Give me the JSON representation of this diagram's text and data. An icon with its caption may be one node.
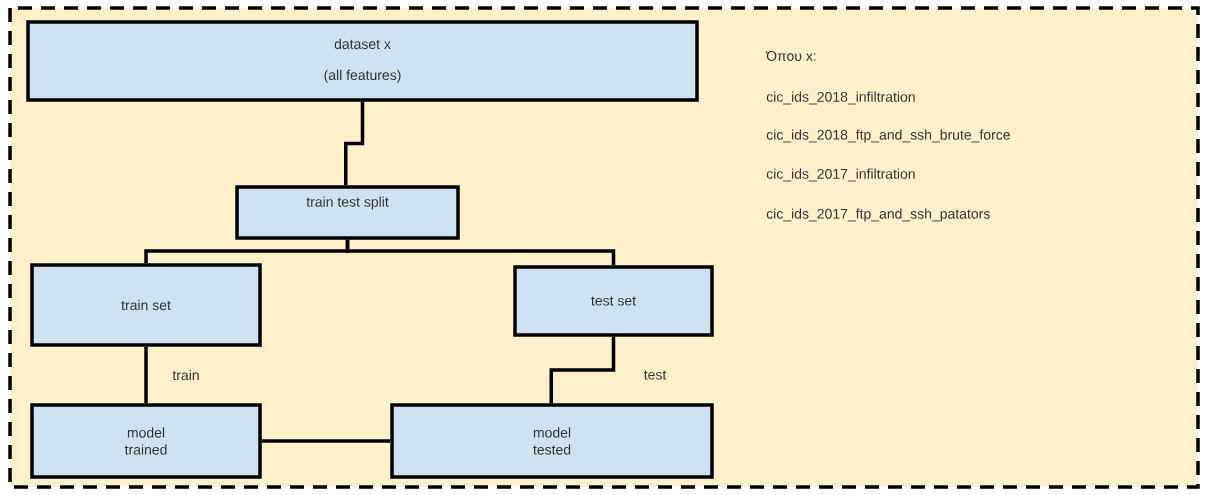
{
  "diagram": {
    "nodes": [
      {
        "text": [
          "dataset x",
          "(all features)"
        ]
      },
      {
        "text": [
          "train test split"
        ]
      },
      {
        "text": [
          "train set"
        ]
      },
      {
        "text": [
          "test set"
        ]
      },
      {
        "text": [
          "model trained"
        ]
      },
      {
        "text": [
          "model tested"
        ]
      }
    ],
    "edges": [
      {
        "from": 0,
        "to": 1,
        "arrow": "none"
      },
      {
        "from": 1,
        "to": 2,
        "arrow": "none"
      },
      {
        "from": 1,
        "to": 3,
        "arrow": "none"
      },
      {
        "from": 2,
        "to": 4,
        "arrow": "none",
        "label": "train"
      },
      {
        "from": 3,
        "to": 5,
        "arrow": "none",
        "label": "test"
      },
      {
        "from": 4,
        "to": 5,
        "arrow": "none"
      }
    ],
    "labels": [
      "Όπου x:",
      "cic_ids_2018_infiltration",
      "cic_ids_2018_ftp_and_ssh_brute_force",
      "cic_ids_2017_infiltration",
      "cic_ids_2017_ftp_and_ssh_patators"
    ]
  }
}
